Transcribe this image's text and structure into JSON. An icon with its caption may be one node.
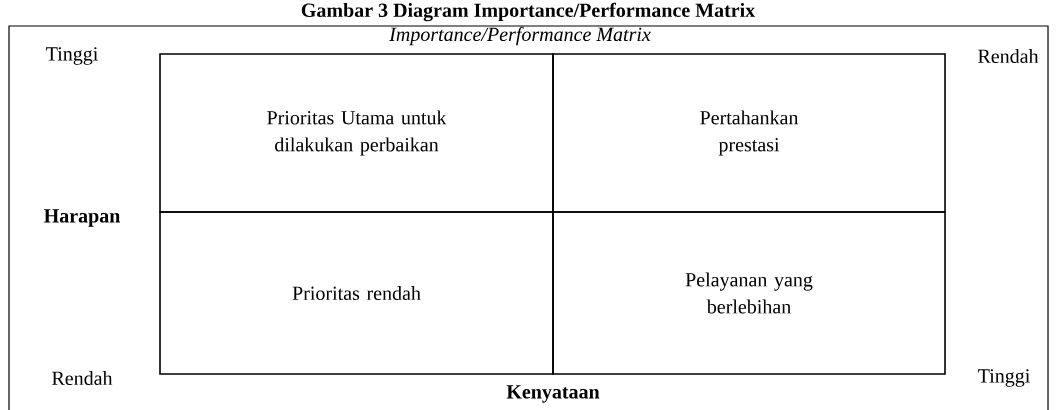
{
  "diagram": {
    "title": "Gambar 3 Diagram Importance/Performance Matrix",
    "nodes": [
      {
        "text": [
          "Prioritas Utama untuk dilakukan perbaikan"
        ]
      },
      {
        "text": [
          "Pertahankan prestasi"
        ]
      },
      {
        "text": [
          "Prioritas rendah"
        ]
      },
      {
        "text": [
          "Pelayanan yang berlebihan"
        ]
      }
    ],
    "labels": [
      "Importance/Performance Matrix",
      "Tinggi",
      "Rendah",
      "Harapan",
      "Rendah",
      "Tinggi",
      "Kenyataan"
    ]
  }
}
